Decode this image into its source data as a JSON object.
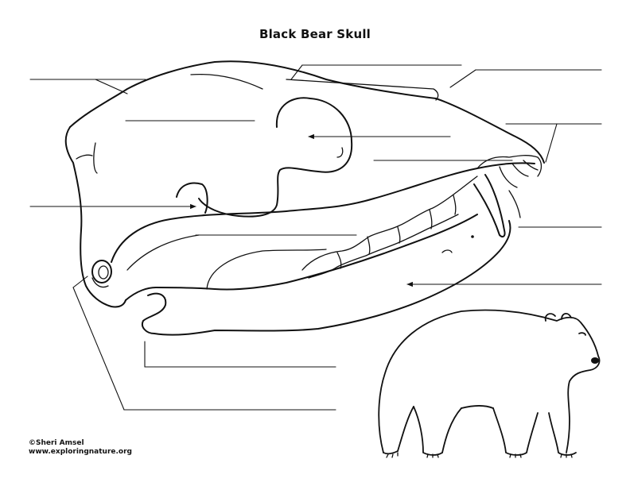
{
  "title": "Black Bear Skull",
  "credit": {
    "copyright": "©Sheri Amsel",
    "website": "www.exploringnature.org"
  },
  "label_blanks_count": 13
}
